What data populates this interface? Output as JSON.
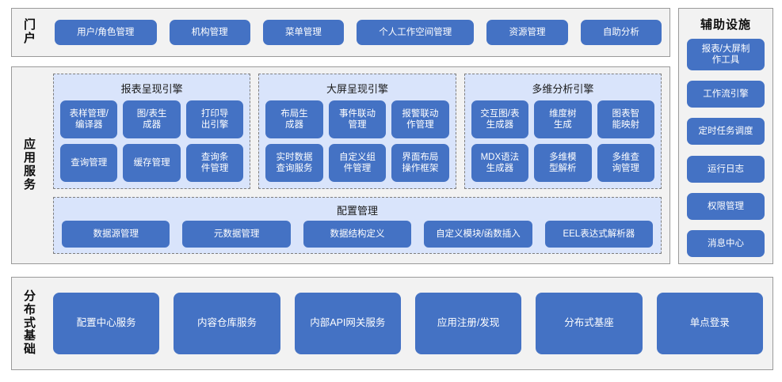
{
  "portal": {
    "label": "门户",
    "items": [
      {
        "label": "用户/角色管理"
      },
      {
        "label": "机构管理"
      },
      {
        "label": "菜单管理"
      },
      {
        "label": "个人工作空间管理"
      },
      {
        "label": "资源管理"
      },
      {
        "label": "自助分析"
      }
    ]
  },
  "app_services": {
    "label": "应用服务",
    "engines": [
      {
        "title": "报表呈现引擎",
        "items": [
          {
            "label": "表样管理/\n编译器"
          },
          {
            "label": "图/表生\n成器"
          },
          {
            "label": "打印导\n出引擎"
          },
          {
            "label": "查询管理"
          },
          {
            "label": "缓存管理"
          },
          {
            "label": "查询条\n件管理"
          }
        ]
      },
      {
        "title": "大屏呈现引擎",
        "items": [
          {
            "label": "布局生\n成器"
          },
          {
            "label": "事件联动\n管理"
          },
          {
            "label": "报警联动\n作管理"
          },
          {
            "label": "实时数据\n查询服务"
          },
          {
            "label": "自定义组\n件管理"
          },
          {
            "label": "界面布局\n操作框架"
          }
        ]
      },
      {
        "title": "多维分析引擎",
        "items": [
          {
            "label": "交互图/表\n生成器"
          },
          {
            "label": "维度树\n生成"
          },
          {
            "label": "图表智\n能映射"
          },
          {
            "label": "MDX语法\n生成器"
          },
          {
            "label": "多维模\n型解析"
          },
          {
            "label": "多维查\n询管理"
          }
        ]
      }
    ],
    "config_management": {
      "title": "配置管理",
      "items": [
        {
          "label": "数据源管理"
        },
        {
          "label": "元数据管理"
        },
        {
          "label": "数据结构定义"
        },
        {
          "label": "自定义模块/函数插入"
        },
        {
          "label": "EEL表达式解析器"
        }
      ]
    }
  },
  "aux": {
    "title": "辅助设施",
    "items": [
      {
        "label": "报表/大屏制\n作工具"
      },
      {
        "label": "工作流引擎"
      },
      {
        "label": "定时任务调度"
      },
      {
        "label": "运行日志"
      },
      {
        "label": "权限管理"
      },
      {
        "label": "消息中心"
      }
    ]
  },
  "distributed_base": {
    "label": "分布式基础",
    "items": [
      {
        "label": "配置中心服务"
      },
      {
        "label": "内容仓库服务"
      },
      {
        "label": "内部API网关服务"
      },
      {
        "label": "应用注册/发现"
      },
      {
        "label": "分布式基座"
      },
      {
        "label": "单点登录"
      }
    ]
  },
  "colors": {
    "button_blue": "#4472c4",
    "panel_blue": "#d9e4fb",
    "frame_bg": "#f2f2f2",
    "frame_border": "#9a9a9a",
    "dashed_border": "#7e7e7e"
  }
}
